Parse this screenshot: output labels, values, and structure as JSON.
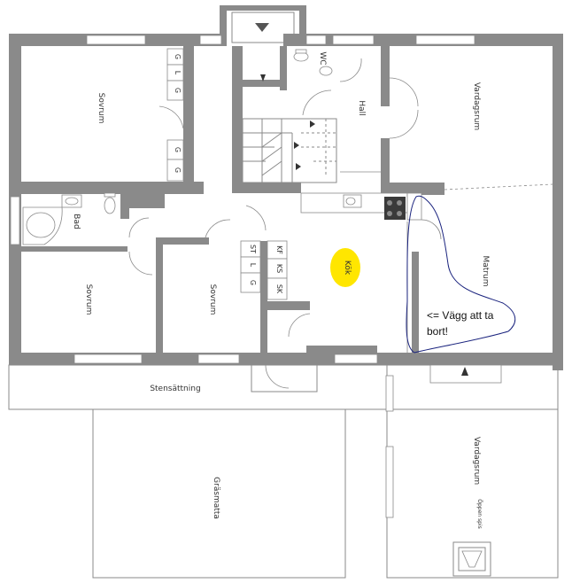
{
  "rooms": {
    "sovrum_1": "Sovrum",
    "sovrum_2": "Sovrum",
    "sovrum_3": "Sovrum",
    "bad": "Bad",
    "wc": "WC",
    "hall": "Hall",
    "vardagsrum_1": "Vardagsrum",
    "vardagsrum_2": "Vardagsrum",
    "matrum": "Matrum",
    "kok": "Kök",
    "stensattning": "Stensättning",
    "grasmatta": "Gräsmatta",
    "oppen_spis": "Öppen spis"
  },
  "closets": {
    "g1": "G",
    "g2": "L",
    "g3": "G",
    "g4": "G",
    "g5": "G",
    "st": "ST",
    "l": "L",
    "g6": "G",
    "kf": "KF",
    "ks": "KS",
    "sk": "SK"
  },
  "annotation": {
    "line1": "<= Vägg att ta",
    "line2": "bort!",
    "highlight_color": "#ffe600",
    "outline_color": "#1a237e"
  },
  "colors": {
    "wall": "#8a8a8a"
  }
}
